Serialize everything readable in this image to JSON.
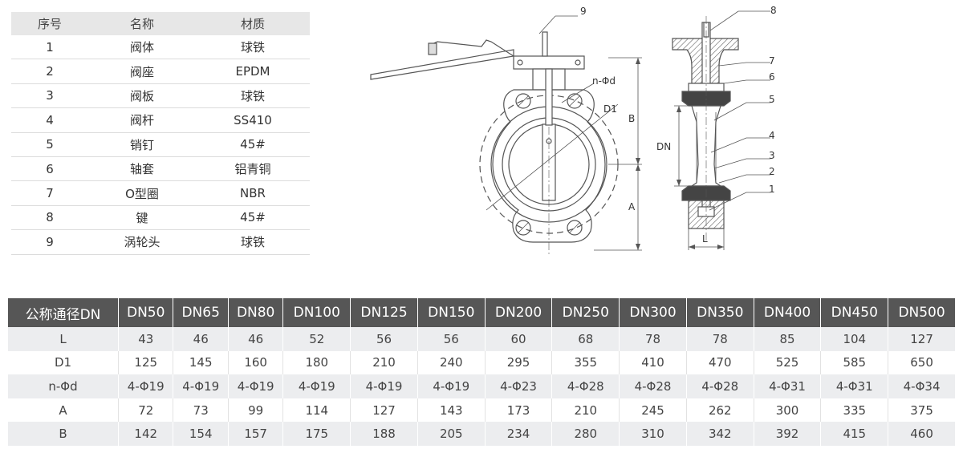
{
  "parts_table": {
    "headers": [
      "序号",
      "名称",
      "材质"
    ],
    "rows": [
      [
        "1",
        "阀体",
        "球铁"
      ],
      [
        "2",
        "阀座",
        "EPDM"
      ],
      [
        "3",
        "阀板",
        "球铁"
      ],
      [
        "4",
        "阀杆",
        "SS410"
      ],
      [
        "5",
        "销钉",
        "45#"
      ],
      [
        "6",
        "轴套",
        "铝青铜"
      ],
      [
        "7",
        "O型圈",
        "NBR"
      ],
      [
        "8",
        "键",
        "45#"
      ],
      [
        "9",
        "涡轮头",
        "球铁"
      ]
    ]
  },
  "drawing": {
    "labels": {
      "n_phi_d": "n-Φd",
      "d1": "D1",
      "b": "B",
      "a": "A",
      "dn": "DN",
      "l": "L",
      "p1": "1",
      "p2": "2",
      "p3": "3",
      "p4": "4",
      "p5": "5",
      "p6": "6",
      "p7": "7",
      "p8": "8",
      "p9": "9"
    },
    "line_color": "#555555",
    "hatch_color": "#666666"
  },
  "dimension_table": {
    "headers": [
      "公称通径DN",
      "DN50",
      "DN65",
      "DN80",
      "DN100",
      "DN125",
      "DN150",
      "DN200",
      "DN250",
      "DN300",
      "DN350",
      "DN400",
      "DN450",
      "DN500"
    ],
    "rows": [
      [
        "L",
        "43",
        "46",
        "46",
        "52",
        "56",
        "56",
        "60",
        "68",
        "78",
        "78",
        "85",
        "104",
        "127"
      ],
      [
        "D1",
        "125",
        "145",
        "160",
        "180",
        "210",
        "240",
        "295",
        "355",
        "410",
        "470",
        "525",
        "585",
        "650"
      ],
      [
        "n-Φd",
        "4-Φ19",
        "4-Φ19",
        "4-Φ19",
        "4-Φ19",
        "4-Φ19",
        "4-Φ19",
        "4-Φ23",
        "4-Φ28",
        "4-Φ28",
        "4-Φ28",
        "4-Φ31",
        "4-Φ31",
        "4-Φ34"
      ],
      [
        "A",
        "72",
        "73",
        "99",
        "114",
        "127",
        "143",
        "173",
        "210",
        "245",
        "262",
        "300",
        "335",
        "375"
      ],
      [
        "B",
        "142",
        "154",
        "157",
        "175",
        "188",
        "205",
        "234",
        "280",
        "310",
        "342",
        "392",
        "415",
        "460"
      ]
    ],
    "header_bg": "#565656",
    "stripe_bg": "#ecedef"
  }
}
